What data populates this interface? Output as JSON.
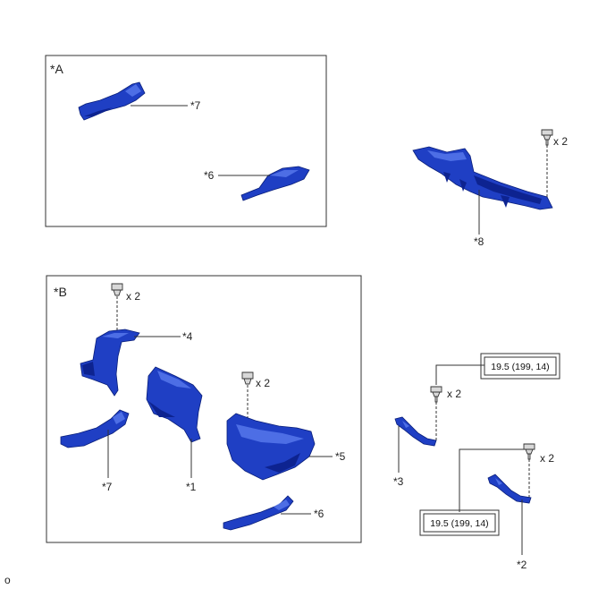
{
  "insets": {
    "a": {
      "label": "*A"
    },
    "b": {
      "label": "*B"
    }
  },
  "callouts": {
    "c1": "*1",
    "c2": "*2",
    "c3": "*3",
    "c4": "*4",
    "c5": "*5",
    "c6a": "*6",
    "c6b": "*6",
    "c7a": "*7",
    "c7b": "*7",
    "c8": "*8"
  },
  "quantities": {
    "q8": "x 2",
    "q4": "x 2",
    "q5": "x 2",
    "q3": "x 2",
    "q2": "x 2"
  },
  "torque": {
    "t3": "19.5 (199, 14)",
    "t2": "19.5 (199, 14)"
  },
  "footer": {
    "code": "o"
  },
  "colors": {
    "part": "#1f3fc4",
    "line": "#333333"
  }
}
